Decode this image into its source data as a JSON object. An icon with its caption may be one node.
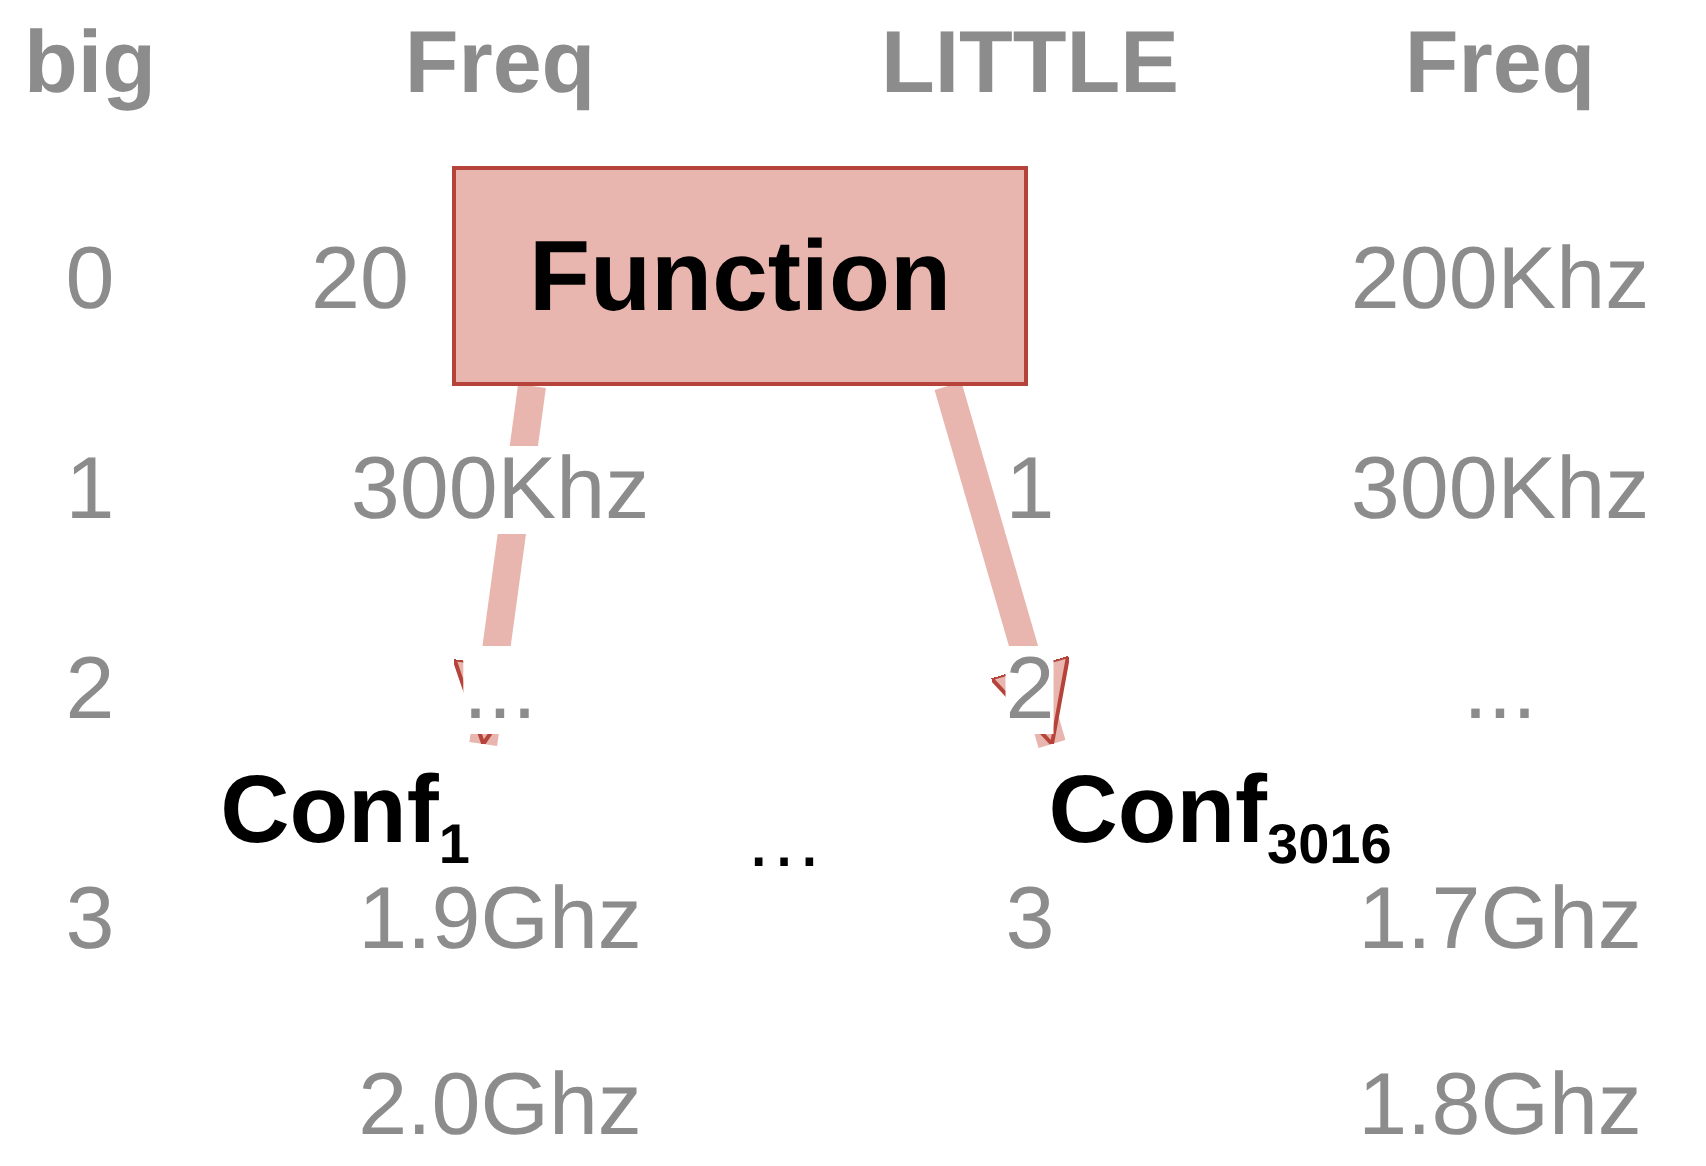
{
  "diagram": {
    "nodes": [
      {
        "text": [
          "Function"
        ]
      },
      {
        "text": [
          "Conf$_{1}$"
        ]
      },
      {
        "text": [
          "Conf$_{3016}$"
        ]
      }
    ],
    "edges": [
      {
        "from": 0,
        "to": 1,
        "arrow": "to"
      },
      {
        "from": 0,
        "to": 2,
        "arrow": "to"
      }
    ],
    "labels": [
      "big",
      "Freq",
      "LITTLE",
      "Freq",
      "0",
      "20",
      "200Khz",
      "1",
      "300Khz",
      "1",
      "300Khz",
      "2",
      "...",
      "2",
      "...",
      "…",
      "3",
      "1.9Ghz",
      "3",
      "1.7Ghz",
      "2.0Ghz",
      "1.8Ghz"
    ]
  }
}
